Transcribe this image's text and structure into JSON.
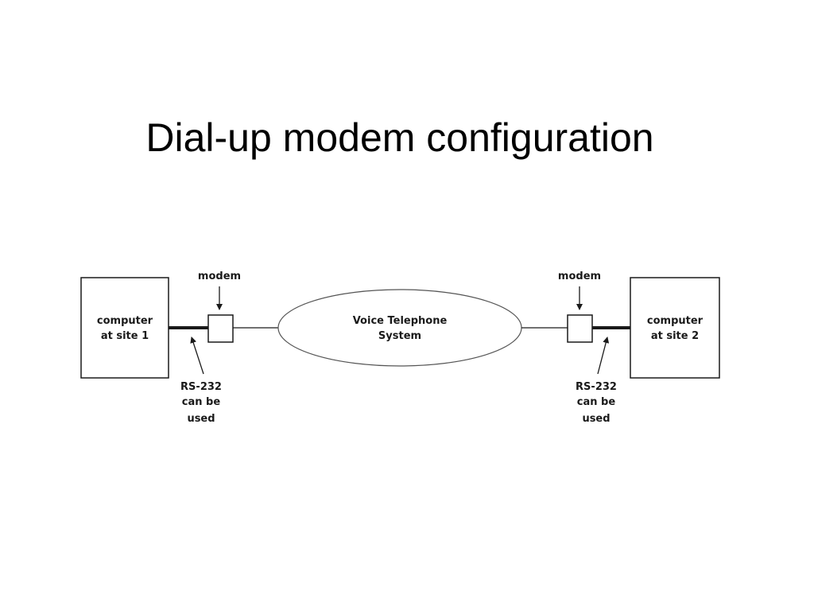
{
  "slide": {
    "title": "Dial-up modem configuration"
  },
  "diagram": {
    "left_computer": {
      "line1": "computer",
      "line2": "at site 1"
    },
    "right_computer": {
      "line1": "computer",
      "line2": "at site 2"
    },
    "left_modem_label": "modem",
    "right_modem_label": "modem",
    "network": {
      "line1": "Voice Telephone",
      "line2": "System"
    },
    "left_rs232": {
      "line1": "RS-232",
      "line2": "can be",
      "line3": "used"
    },
    "right_rs232": {
      "line1": "RS-232",
      "line2": "can be",
      "line3": "used"
    }
  },
  "colors": {
    "background": "#ffffff",
    "line": "#1a1a1a",
    "ellipse_border": "#555555"
  }
}
